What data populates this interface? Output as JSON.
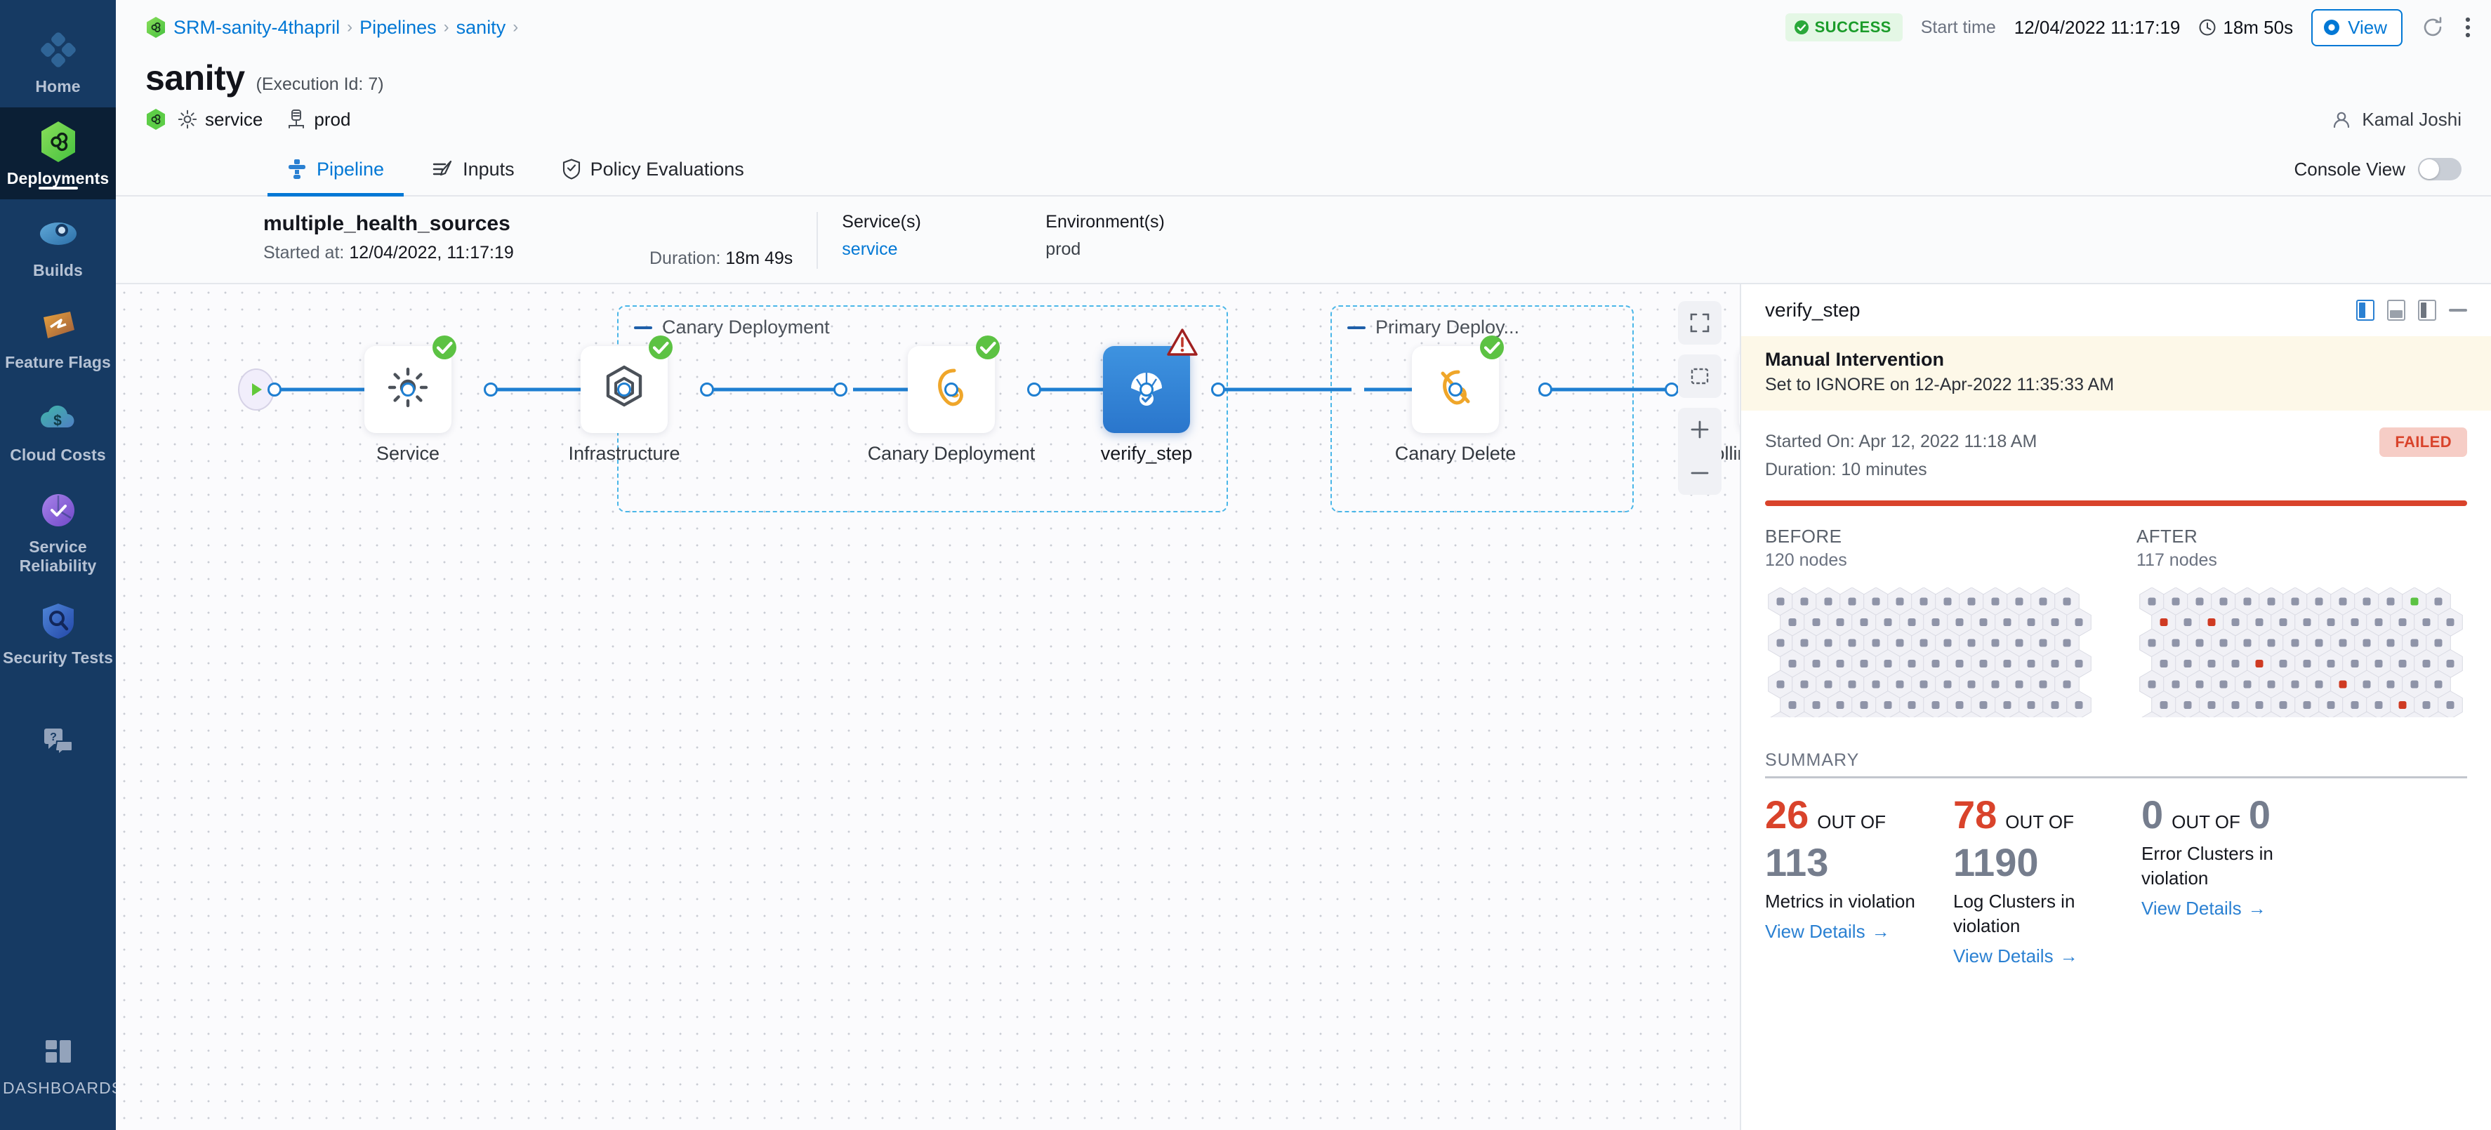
{
  "sidebar": {
    "items": [
      {
        "label": "Home",
        "icon": "home-grid-icon",
        "active": false
      },
      {
        "label": "Deployments",
        "icon": "deployments-infinity-hex-icon",
        "active": true
      },
      {
        "label": "Builds",
        "icon": "builds-icon",
        "active": false
      },
      {
        "label": "Feature Flags",
        "icon": "feature-flags-icon",
        "active": false
      },
      {
        "label": "Cloud Costs",
        "icon": "cloud-cost-dollar-icon",
        "active": false
      },
      {
        "label": "Service Reliability",
        "icon": "service-reliability-icon",
        "active": false
      },
      {
        "label": "Security Tests",
        "icon": "security-shield-icon",
        "active": false
      },
      {
        "label": "",
        "icon": "help-chat-icon",
        "active": false
      },
      {
        "label": "DASHBOARDS",
        "icon": "dashboards-grid-icon",
        "active": false
      }
    ]
  },
  "topbar": {
    "breadcrumbs": [
      {
        "label": "SRM-sanity-4thapril",
        "icon": "project-hex-icon"
      },
      {
        "label": "Pipelines"
      },
      {
        "label": "sanity"
      }
    ],
    "status_badge": "SUCCESS",
    "start_time_label": "Start time",
    "start_time_value": "12/04/2022 11:17:19",
    "duration": "18m 50s",
    "view_button": "View",
    "refresh_icon": "refresh-icon",
    "more_icon": "more-vertical-icon",
    "colors": {
      "success": "#1b9c2a",
      "accent": "#0278d5"
    }
  },
  "header": {
    "title": "sanity",
    "execution_id": "(Execution Id: 7)",
    "service_chip": "service",
    "env_chip": "prod",
    "user": "Kamal Joshi"
  },
  "tabs": {
    "items": [
      {
        "label": "Pipeline",
        "icon": "pipeline-icon",
        "active": true
      },
      {
        "label": "Inputs",
        "icon": "inputs-icon",
        "active": false
      },
      {
        "label": "Policy Evaluations",
        "icon": "policy-shield-icon",
        "active": false
      }
    ],
    "console_view_label": "Console View",
    "console_view_on": false
  },
  "exec_strip": {
    "stage_name": "multiple_health_sources",
    "started_label": "Started at:",
    "started_value": "12/04/2022, 11:17:19",
    "duration_label": "Duration:",
    "duration_value": "18m 49s",
    "services_header": "Service(s)",
    "services_value": "service",
    "environments_header": "Environment(s)",
    "environments_value": "prod"
  },
  "canvas": {
    "tools": [
      {
        "name": "fullscreen-icon"
      },
      {
        "name": "fit-to-screen-icon"
      },
      {
        "name": "zoom-in-icon",
        "label": "+"
      },
      {
        "name": "zoom-out-icon",
        "label": "−"
      }
    ],
    "groups": [
      {
        "title": "Canary Deployment"
      },
      {
        "title": "Primary Deploy..."
      }
    ],
    "nodes": [
      {
        "label": "Service",
        "status": "success",
        "icon": "gear-icon",
        "selected": false
      },
      {
        "label": "Infrastructure",
        "status": "success",
        "icon": "hexagon-infra-icon",
        "selected": false
      },
      {
        "label": "Canary Deployment",
        "status": "success",
        "icon": "canary-bird-icon",
        "selected": false
      },
      {
        "label": "verify_step",
        "status": "warning",
        "icon": "verify-parachute-icon",
        "selected": true
      },
      {
        "label": "Canary Delete",
        "status": "success",
        "icon": "canary-delete-icon",
        "selected": false
      },
      {
        "label": "Rolling Deployment",
        "status": "success",
        "icon": "rolling-deploy-icon",
        "selected": false
      }
    ]
  },
  "right_panel": {
    "title": "verify_step",
    "layout_icons": [
      "layout-left-icon",
      "layout-bottom-icon",
      "layout-right-icon",
      "minimize-icon"
    ],
    "manual_intervention": {
      "title": "Manual Intervention",
      "subtitle": "Set to IGNORE on 12-Apr-2022 11:35:33 AM"
    },
    "started_on": "Started On: Apr 12, 2022 11:18 AM",
    "duration": "Duration: 10 minutes",
    "status_badge": "FAILED",
    "before": {
      "header": "BEFORE",
      "nodes": "120 nodes"
    },
    "after": {
      "header": "AFTER",
      "nodes": "117 nodes"
    },
    "summary_header": "SUMMARY",
    "summary_cards": [
      {
        "violations": "26",
        "out_of_label": "OUT OF",
        "total": "113",
        "description": "Metrics in violation",
        "link": "View Details",
        "violations_color": "#d9432b",
        "total_color": "#757d8d"
      },
      {
        "violations": "78",
        "out_of_label": "OUT OF",
        "total": "1190",
        "description": "Log Clusters in violation",
        "link": "View Details",
        "violations_color": "#d9432b",
        "total_color": "#757d8d"
      },
      {
        "violations": "0",
        "out_of_label": "OUT OF",
        "total": "0",
        "description": "Error Clusters in violation",
        "link": "View Details",
        "violations_color": "#757d8d",
        "total_color": "#757d8d"
      }
    ],
    "colors": {
      "failed": "#d9432b",
      "banner": "#fdf8e8"
    }
  }
}
